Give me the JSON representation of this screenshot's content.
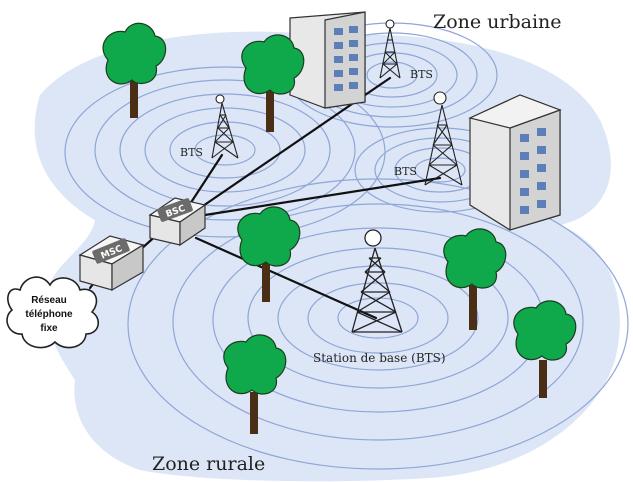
{
  "labels": {
    "zone_urban": "Zone urbaine",
    "zone_rural": "Zone rurale",
    "bts_top": "BTS",
    "bts_left": "BTS",
    "bts_right": "BTS",
    "bts_main": "Station de base (BTS)",
    "bsc": "BSC",
    "msc": "MSC",
    "cloud_line1": "Réseau",
    "cloud_line2": "téléphone",
    "cloud_line3": "fixe"
  },
  "colors": {
    "coverage_fill": "#dde6f7",
    "ring": "#8fa6d6",
    "link": "#111111",
    "box_front": "#e6e6e6",
    "box_top": "#f6f6f6",
    "box_side": "#c8c8c8",
    "building_face": "#e8e8e8",
    "building_window": "#5d7fb8",
    "tree_green": "#0fa84a",
    "tree_trunk": "#4a2e16"
  }
}
